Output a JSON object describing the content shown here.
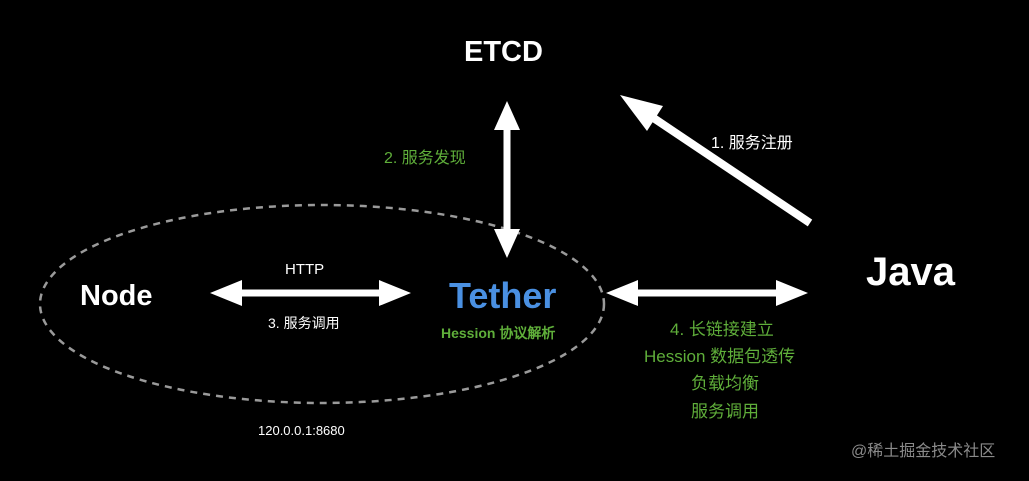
{
  "colors": {
    "background": "#000000",
    "text": "#ffffff",
    "accent_blue": "#4a90e2",
    "accent_green": "#5fae3a",
    "dashed_ellipse": "#9a9a9a",
    "watermark": "#8a8a8a"
  },
  "nodes": {
    "etcd": "ETCD",
    "java": "Java",
    "node": "Node",
    "tether": "Tether",
    "tether_sub": "Hession 协议解析"
  },
  "edges": {
    "register": "1. 服务注册",
    "discover": "2. 服务发现",
    "http": "HTTP",
    "call": "3. 服务调用",
    "java_link_lines": [
      "4. 长链接建立",
      "Hession 数据包透传",
      "负载均衡",
      "服务调用"
    ]
  },
  "address": "120.0.0.1:8680",
  "watermark": "@稀土掘金技术社区"
}
